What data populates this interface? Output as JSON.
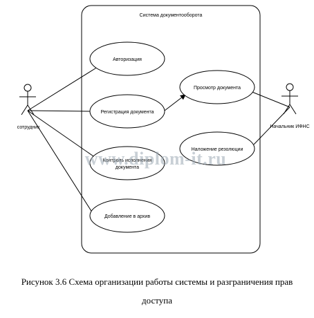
{
  "system": {
    "title": "Система документооборота"
  },
  "actors": {
    "employee": "сотрудник",
    "chief": "Начальник ИФНС"
  },
  "use_cases": {
    "auth": "Авторизация",
    "register": "Регистрация документа",
    "control_1": "Контроль исполнения",
    "control_2": "документа",
    "archive": "Добавление в архив",
    "view": "Просмотр документа",
    "resolution": "Наложение резолюции"
  },
  "watermark": "www.diplom-it.ru",
  "caption": {
    "line1": "Рисунок 3.6 Схема организации работы системы  и разграничения прав",
    "line2": "доступа"
  }
}
